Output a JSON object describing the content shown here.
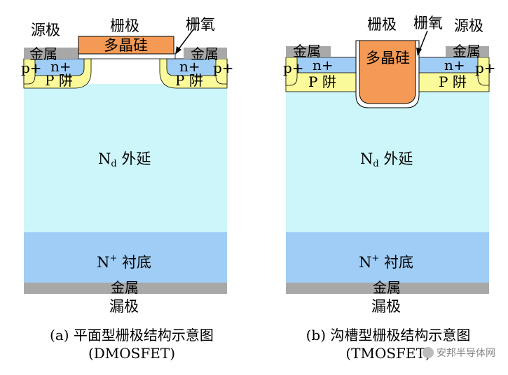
{
  "left": {
    "source_label": "源极",
    "gate_label": "栅极",
    "oxide_label": "栅氧",
    "poly_label": "多晶硅",
    "metal_left": "金属",
    "metal_right": "金属",
    "pplus_left": "p+",
    "pplus_right": "p+",
    "nplus_left": "n+",
    "nplus_right": "n+",
    "pwell_left": "P 阱",
    "pwell_right": "P 阱",
    "epi_main": "N",
    "epi_sub": "d",
    "epi_rest": " 外延",
    "substrate_main": "N",
    "substrate_sup": "+",
    "substrate_rest": " 衬底",
    "bottom_metal": "金属",
    "drain_label": "漏极",
    "caption_line1": "(a)  平面型栅极结构示意图",
    "caption_line2": "(DMOSFET)"
  },
  "right": {
    "gate_label": "栅极",
    "oxide_label": "栅氧",
    "source_label": "源极",
    "poly_label": "多晶硅",
    "metal_left": "金属",
    "metal_right": "金属",
    "pplus_left": "p+",
    "pplus_right": "p+",
    "nplus_left": "n+",
    "nplus_right": "n+",
    "pwell_left": "P 阱",
    "pwell_right": "P 阱",
    "epi_main": "N",
    "epi_sub": "d",
    "epi_rest": " 外延",
    "substrate_main": "N",
    "substrate_sup": "+",
    "substrate_rest": " 衬底",
    "bottom_metal": "金属",
    "drain_label": "漏极",
    "caption_line1": "(b)  沟槽型栅极结构示意图",
    "caption_line2": "(TMOSFET)"
  },
  "watermark": "安邦半导体网",
  "colors": {
    "epi": "#ccf6fa",
    "substrate": "#9fcdf5",
    "metal": "#a8a8a8",
    "pwell": "#fafa9a",
    "nplus": "#9fcdf5",
    "poly": "#f59a55",
    "oxide": "#ffffff"
  }
}
